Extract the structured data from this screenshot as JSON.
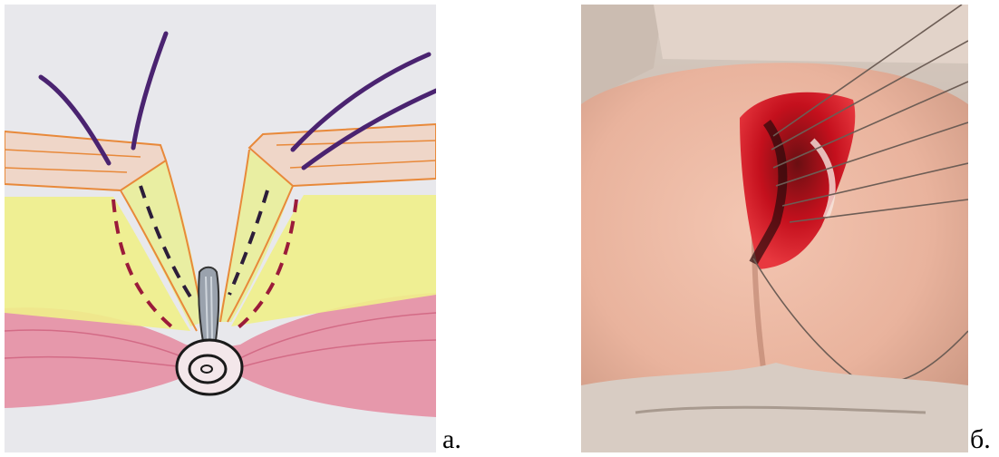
{
  "figure": {
    "panel_a": {
      "caption": "а.",
      "kind": "hand-drawn schematic illustration"
    },
    "panel_b": {
      "caption": "б.",
      "kind": "intraoperative photograph"
    }
  }
}
